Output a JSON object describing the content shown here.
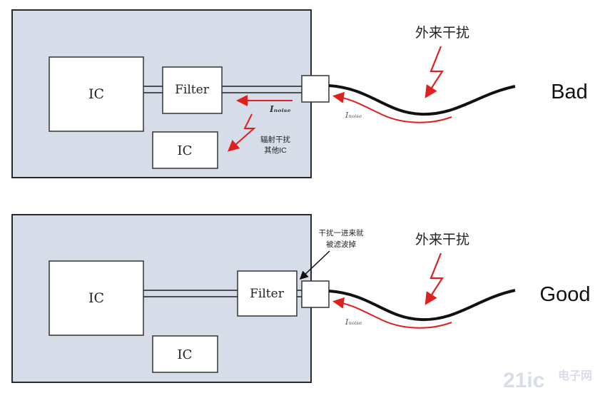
{
  "top": {
    "ic_main": "IC",
    "filter": "Filter",
    "ic_small": "IC",
    "interference": "外来干扰",
    "label": "Bad",
    "current_inner": "Iₙₒᵢₛₑ",
    "current_outer": "Iₙₒᵢₛₑ",
    "note_line1": "辐射干扰",
    "note_line2": "其他IC"
  },
  "bottom": {
    "ic_main": "IC",
    "filter": "Filter",
    "ic_small": "IC",
    "interference": "外来干扰",
    "label": "Good",
    "current_outer": "Iₙₒᵢₛₑ",
    "note_line1": "干扰一进来就",
    "note_line2": "被滤波掉"
  },
  "watermark": {
    "brand": "21ic",
    "sub": "电子网"
  },
  "colors": {
    "panel_fill": "#d6dce8",
    "panel_stroke": "#2a2a2a",
    "box_fill": "#ffffff",
    "cable": "#111111",
    "arrow_red": "#e02020",
    "watermark": "#d8dde6"
  }
}
